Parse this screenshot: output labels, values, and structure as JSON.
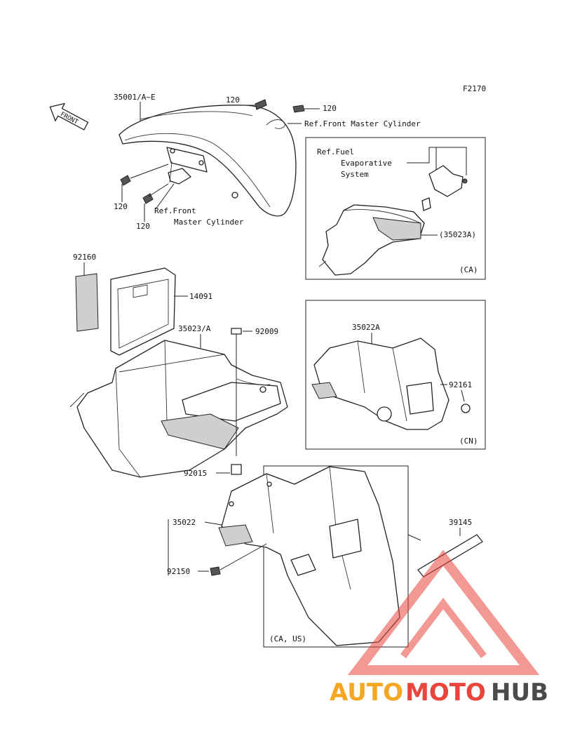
{
  "figure_code": "F2170",
  "front_label": "FRONT",
  "parts": {
    "p35001": "35001/A~E",
    "p120_a": "120",
    "p120_b": "120",
    "p120_c": "120",
    "p120_d": "120",
    "ref_fmc_1": "Ref.Front Master Cylinder",
    "ref_fmc_2a": "Ref.Front",
    "ref_fmc_2b": "Master Cylinder",
    "ref_fuel_a": "Ref.Fuel",
    "ref_fuel_b": "Evaporative",
    "ref_fuel_c": "System",
    "p35023a_paren": "(35023A)",
    "ca_1": "(CA)",
    "p92160": "92160",
    "p14091": "14091",
    "p35023a": "35023/A",
    "p92009": "92009",
    "p35022a": "35022A",
    "p92161": "92161",
    "cn": "(CN)",
    "p92015": "92015",
    "p35022": "35022",
    "p39145": "39145",
    "p92150": "92150",
    "ca_us": "(CA, US)"
  },
  "watermark": {
    "part1": "AUTO",
    "part2": "MOTO",
    "part3": "HUB",
    "color_orange": "#f5a623",
    "color_red": "#e8463c",
    "color_grey": "#4a4a4a"
  }
}
